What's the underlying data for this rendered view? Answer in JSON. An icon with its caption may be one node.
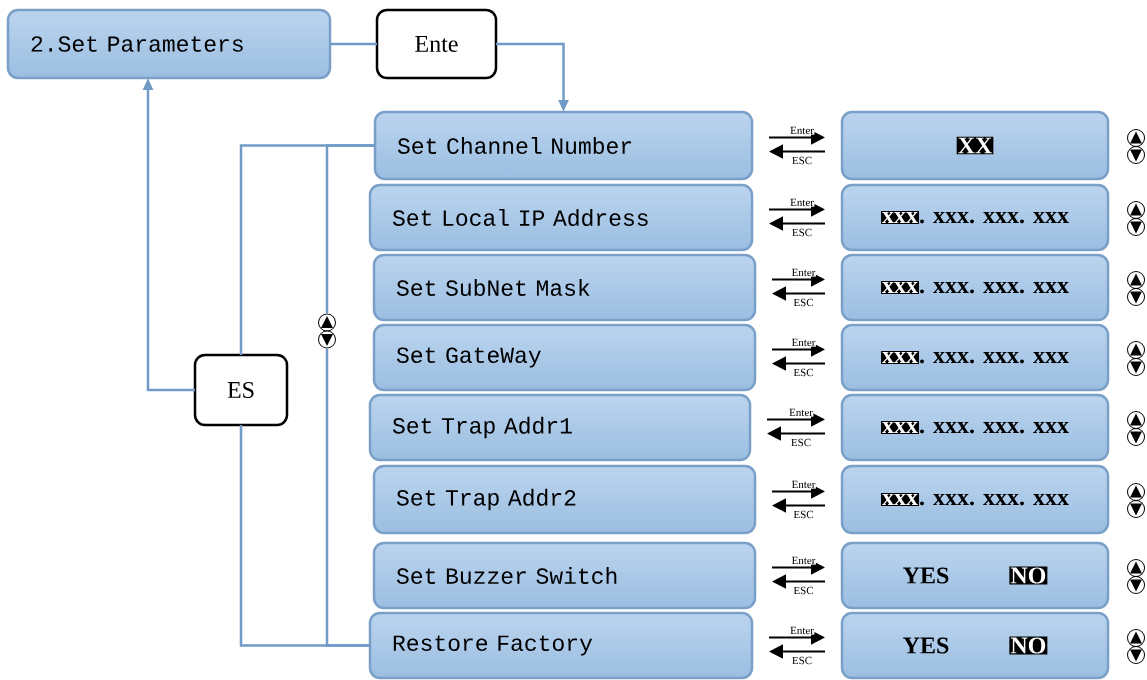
{
  "diagram": {
    "nodes": [
      {
        "text": [
          "2.Set Parameters"
        ]
      },
      {
        "text": [
          "Ente"
        ]
      },
      {
        "text": [
          "Set Channel Number"
        ]
      },
      {
        "text": [
          "Set Local IP Address"
        ]
      },
      {
        "text": [
          "Set SubNet Mask"
        ]
      },
      {
        "text": [
          "Set GateWay"
        ]
      },
      {
        "text": [
          "Set Trap Addr1"
        ]
      },
      {
        "text": [
          "Set Trap Addr2"
        ]
      },
      {
        "text": [
          "Set Buzzer Switch"
        ]
      },
      {
        "text": [
          "Restore Factory"
        ]
      },
      {
        "text": [
          "XX"
        ]
      },
      {
        "text": [
          "xxx",
          ". xxx. xxx. xxx"
        ]
      },
      {
        "text": [
          "xxx",
          ". xxx. xxx. xxx"
        ]
      },
      {
        "text": [
          "xxx",
          ". xxx. xxx. xxx"
        ]
      },
      {
        "text": [
          "xxx",
          ". xxx. xxx. xxx"
        ]
      },
      {
        "text": [
          "xxx",
          ". xxx. xxx. xxx"
        ]
      },
      {
        "text": [
          "YES",
          "NO"
        ]
      },
      {
        "text": [
          "YES",
          "NO"
        ]
      },
      {
        "text": [
          "ES"
        ]
      },
      {
        "text": [],
        "shape": "picture"
      }
    ],
    "edges": [
      {
        "from": 0,
        "to": 1,
        "arrow": "none",
        "color": "#6f9bc6"
      },
      {
        "from": 1,
        "to": 2,
        "arrow": "to",
        "color": "#6f9bc6"
      },
      {
        "from": 18,
        "to": 0,
        "arrow": "to",
        "color": "#6f9bc6"
      },
      {
        "from": 2,
        "to": 18,
        "arrow": "none",
        "color": "#6f9bc6"
      },
      {
        "from": 9,
        "to": 18,
        "arrow": "none",
        "color": "#6f9bc6"
      },
      {
        "from": 2,
        "to": 19,
        "arrow": "none",
        "color": "#6f9bc6"
      },
      {
        "from": 19,
        "to": 9,
        "arrow": "none",
        "color": "#6f9bc6"
      },
      {
        "from": 2,
        "to": 10,
        "arrow": "to",
        "label": "Enter"
      },
      {
        "from": 10,
        "to": 2,
        "arrow": "to",
        "label": "ESC"
      },
      {
        "from": 3,
        "to": 11,
        "arrow": "to",
        "label": "Enter"
      },
      {
        "from": 11,
        "to": 3,
        "arrow": "to",
        "label": "ESC"
      },
      {
        "from": 4,
        "to": 12,
        "arrow": "to",
        "label": "Enter"
      },
      {
        "from": 12,
        "to": 4,
        "arrow": "to",
        "label": "ESC"
      },
      {
        "from": 5,
        "to": 13,
        "arrow": "to",
        "label": "Enter"
      },
      {
        "from": 13,
        "to": 5,
        "arrow": "to",
        "label": "ESC"
      },
      {
        "from": 6,
        "to": 14,
        "arrow": "to",
        "label": "Enter"
      },
      {
        "from": 14,
        "to": 6,
        "arrow": "to",
        "label": "ESC"
      },
      {
        "from": 7,
        "to": 15,
        "arrow": "to",
        "label": "Enter"
      },
      {
        "from": 15,
        "to": 7,
        "arrow": "to",
        "label": "ESC"
      },
      {
        "from": 8,
        "to": 16,
        "arrow": "to",
        "label": "Enter"
      },
      {
        "from": 16,
        "to": 8,
        "arrow": "to",
        "label": "ESC"
      },
      {
        "from": 9,
        "to": 17,
        "arrow": "to",
        "label": "Enter"
      },
      {
        "from": 17,
        "to": 9,
        "arrow": "to",
        "label": "ESC"
      }
    ]
  }
}
